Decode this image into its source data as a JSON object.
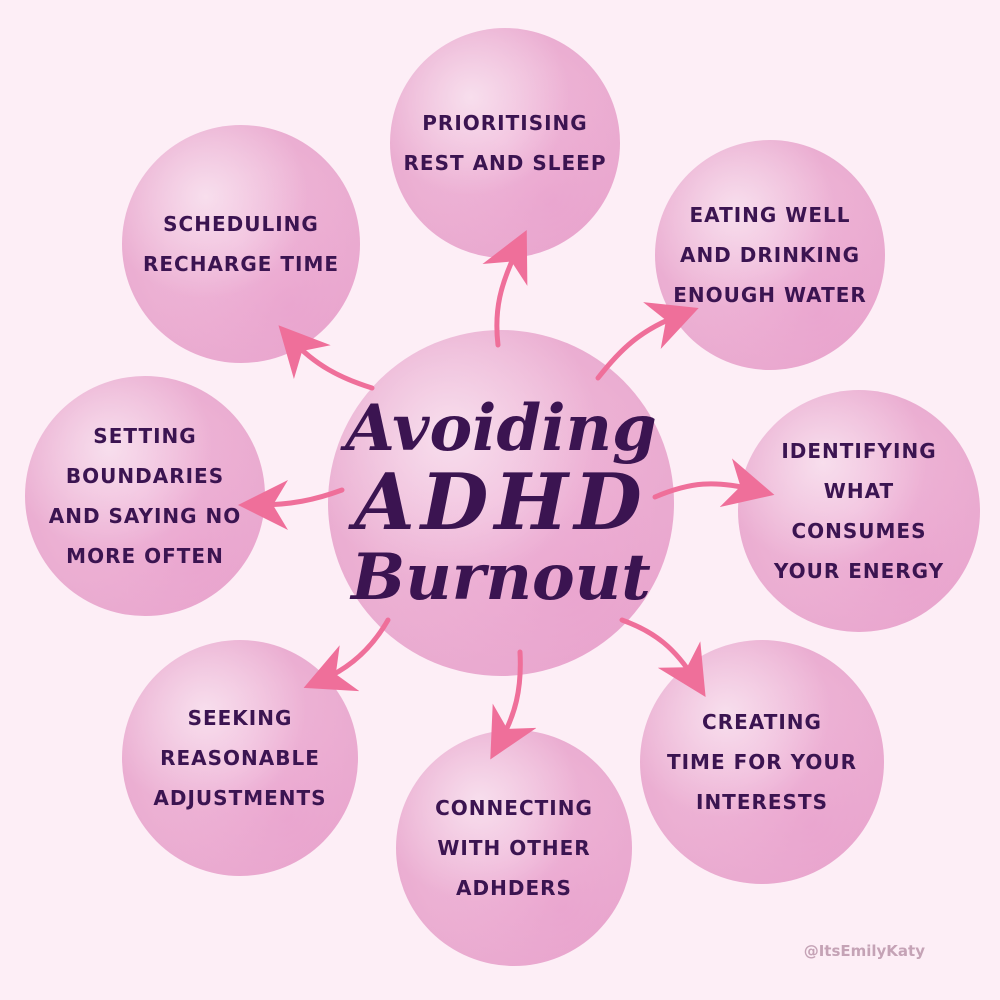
{
  "title": {
    "line1": "Avoiding",
    "line2": "ADHD",
    "line3": "Burnout"
  },
  "nodes": {
    "prioritising": "PRIORITISING\nREST AND SLEEP",
    "eating": "EATING WELL\nAND DRINKING\nENOUGH WATER",
    "identifying": "IDENTIFYING\nWHAT\nCONSUMES\nYOUR ENERGY",
    "creating": "CREATING\nTIME FOR YOUR\nINTERESTS",
    "connecting": "CONNECTING\nWITH OTHER\nADHDERS",
    "seeking": "SEEKING\nREASONABLE\nADJUSTMENTS",
    "setting": "SETTING\nBOUNDARIES\nAND SAYING NO\nMORE OFTEN",
    "scheduling": "SCHEDULING\nRECHARGE TIME"
  },
  "credit": "@ItsEmilyKaty",
  "colors": {
    "text": "#3b1451",
    "arrow": "#ef6f9a",
    "background": "#fdeef6",
    "bubble": "#ecb0d3"
  }
}
